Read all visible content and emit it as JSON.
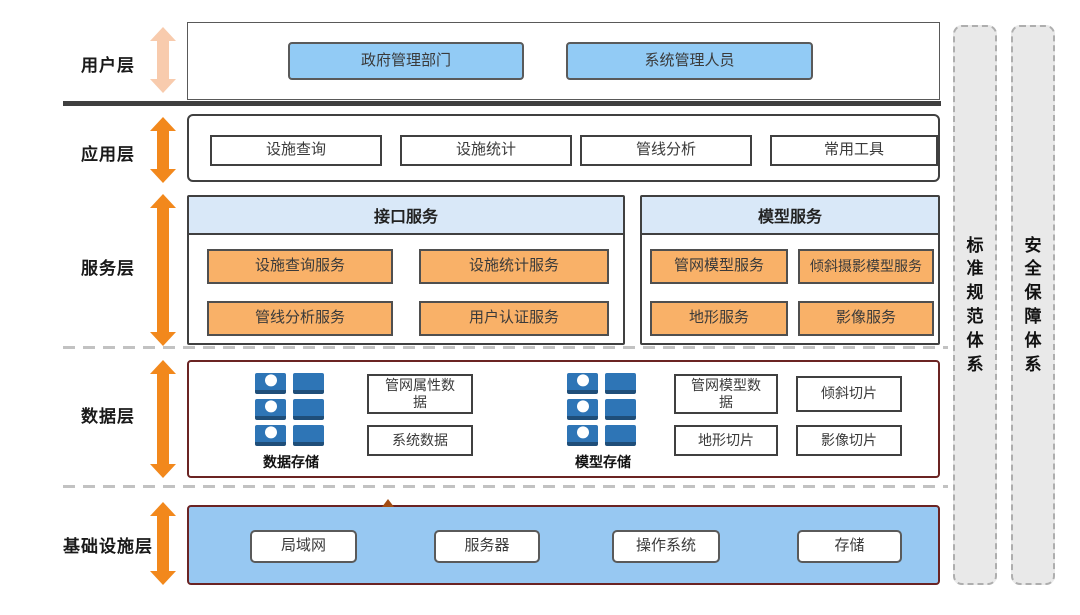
{
  "colors": {
    "blue-btn": "#92cbf5",
    "header-blue": "#d9e8f8",
    "orange-btn": "#f9b168",
    "arrow-orange": "#f2881c",
    "arrow-peach": "#f8cbad",
    "maroon-border": "#6b2423",
    "infra-blue": "#97c8f2",
    "bar-fill": "#e9e9e9",
    "bar-border": "#aeaeae",
    "dark-border": "#404040",
    "divider-gray": "#c2c2c2",
    "icon-blue": "#2e75b6",
    "icon-blue-dark": "#1f4e79"
  },
  "layers": {
    "user": {
      "label": "用户层",
      "items": [
        "政府管理部门",
        "系统管理人员"
      ]
    },
    "app": {
      "label": "应用层",
      "items": [
        "设施查询",
        "设施统计",
        "管线分析",
        "常用工具"
      ]
    },
    "service": {
      "label": "服务层",
      "groups": [
        {
          "title": "接口服务",
          "items": [
            "设施查询服务",
            "设施统计服务",
            "管线分析服务",
            "用户认证服务"
          ]
        },
        {
          "title": "模型服务",
          "items": [
            "管网模型服务",
            "倾斜摄影模型服务",
            "地形服务",
            "影像服务"
          ]
        }
      ]
    },
    "data": {
      "label": "数据层",
      "stores": [
        {
          "caption": "数据存储",
          "items": [
            "管网属性数据",
            "系统数据"
          ]
        },
        {
          "caption": "模型存储",
          "items": [
            "管网模型数据",
            "倾斜切片",
            "地形切片",
            "影像切片"
          ]
        }
      ]
    },
    "infra": {
      "label": "基础设施层",
      "items": [
        "局域网",
        "服务器",
        "操作系统",
        "存储"
      ]
    }
  },
  "side_systems": [
    {
      "label": "标准规范体系"
    },
    {
      "label": "安全保障体系"
    }
  ]
}
